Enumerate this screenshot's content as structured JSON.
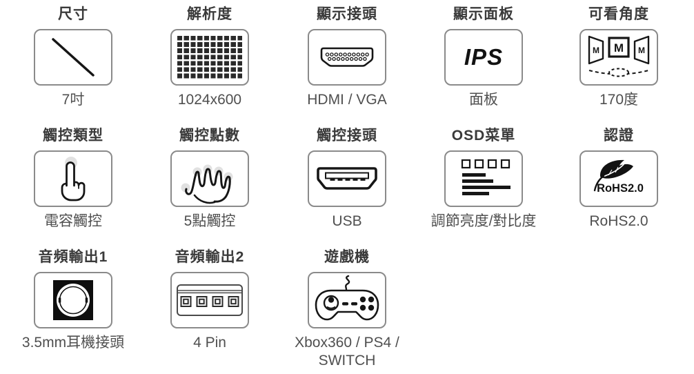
{
  "colors": {
    "background": "#ffffff",
    "header_text": "#3a3a3a",
    "value_text": "#4f4f4f",
    "box_border": "#8a8a8a",
    "icon_ink": "#161616",
    "touch_halo": "#c9c9c9"
  },
  "cards": [
    {
      "id": "size",
      "header": "尺寸",
      "label": "7吋",
      "icon": "diagonal-size-icon"
    },
    {
      "id": "resolution",
      "header": "解析度",
      "label": "1024x600",
      "icon": "pixel-grid-icon"
    },
    {
      "id": "display-connector",
      "header": "顯示接頭",
      "label": "HDMI / VGA",
      "icon": "hdmi-port-icon"
    },
    {
      "id": "display-panel",
      "header": "顯示面板",
      "label": "面板",
      "icon": "ips-panel-text",
      "panel_text": "IPS"
    },
    {
      "id": "viewing-angle",
      "header": "可看角度",
      "label": "170度",
      "icon": "viewing-angle-screens-icon",
      "screen_letter": "M"
    },
    {
      "id": "touch-type",
      "header": "觸控類型",
      "label": "電容觸控",
      "icon": "tap-finger-icon"
    },
    {
      "id": "touch-points",
      "header": "觸控點數",
      "label": "5點觸控",
      "icon": "multi-touch-hand-icon"
    },
    {
      "id": "touch-connector",
      "header": "觸控接頭",
      "label": "USB",
      "icon": "usb-port-icon"
    },
    {
      "id": "osd-menu",
      "header": "OSD菜單",
      "label": "調節亮度/對比度",
      "icon": "osd-menu-icon"
    },
    {
      "id": "certification",
      "header": "認證",
      "label": "RoHS2.0",
      "icon": "rohs-leaf-logo-icon",
      "logo_text": "RoHS2.0"
    },
    {
      "id": "audio-out-1",
      "header": "音頻輸出1",
      "label": "3.5mm耳機接頭",
      "icon": "headphone-jack-icon"
    },
    {
      "id": "audio-out-2",
      "header": "音頻輸出2",
      "label": "4 Pin",
      "icon": "four-pin-connector-icon"
    },
    {
      "id": "game-console",
      "header": "遊戲機",
      "label": "Xbox360 / PS4 / SWITCH",
      "icon": "gamepad-icon"
    }
  ]
}
